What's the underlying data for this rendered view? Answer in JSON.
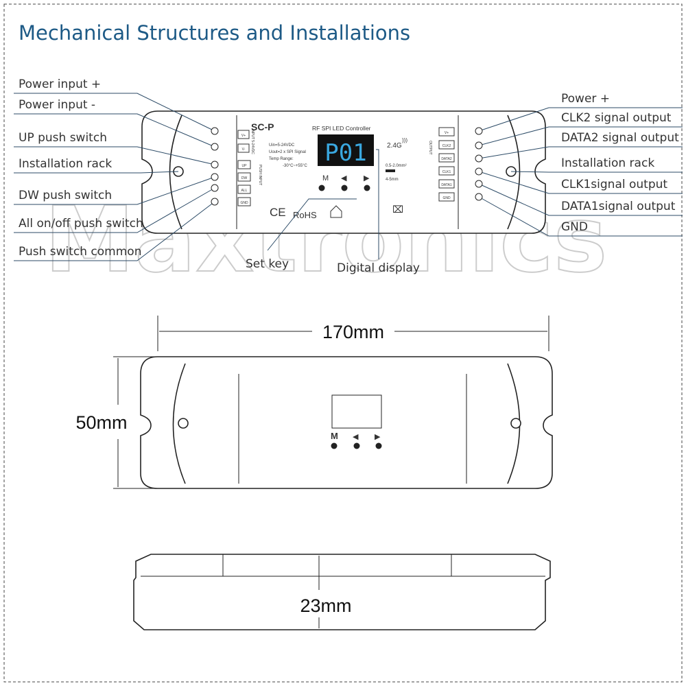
{
  "title": "Mechanical Structures and Installations",
  "watermark": "Maxtronics",
  "left_labels": [
    "Power input +",
    "Power input -",
    "UP push switch",
    "Installation rack",
    "DW push switch",
    "All on/off push switch",
    "Push switch common"
  ],
  "right_labels": [
    "Power +",
    "CLK2 signal output",
    "DATA2 signal output",
    "Installation rack",
    "CLK1signal output",
    "DATA1signal output",
    "GND"
  ],
  "bottom_labels": {
    "set_key": "Set key",
    "digital_display": "Digital display"
  },
  "device": {
    "model": "SC-P",
    "subtitle": "RF SPI LED Controller",
    "spec1": "Uin=5-24VDC",
    "spec2": "Uout=2 x SPI Signal",
    "spec3": "Temp Range:",
    "spec4": "-30°C~+55°C",
    "display": "P01",
    "buttons": [
      "M",
      "◀",
      "▶"
    ],
    "rf": "2.4G",
    "wire1": "0.5-2.0mm²",
    "wire2": "4-5mm",
    "input_terminals": [
      "V+",
      "V-"
    ],
    "input_label": "INPUT 5-24VDC",
    "push_terminals": [
      "UP",
      "DW",
      "ALL",
      "GND"
    ],
    "push_label": "PUSH INPUT",
    "output_terminals": [
      "V+",
      "CLK2",
      "DATA2",
      "CLK1",
      "DATA1",
      "GND"
    ],
    "output_label": "OUTPUT",
    "ce": "CE",
    "rohs": "RoHS"
  },
  "dimensions": {
    "length": "170mm",
    "width": "50mm",
    "height": "23mm"
  },
  "colors": {
    "title": "#1d5a86",
    "leader": "#2b4a66",
    "display_bg": "#111",
    "display_text": "#3aa8e0"
  }
}
